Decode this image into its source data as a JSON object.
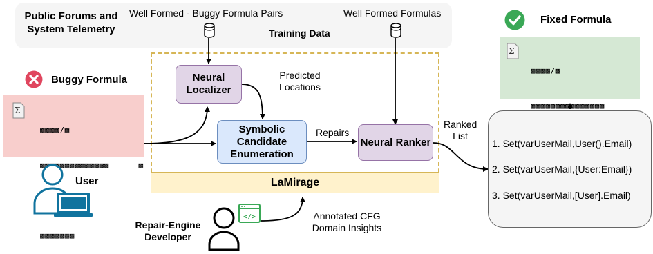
{
  "top_panel": {
    "sources_label": "Public Forums and System Telemetry",
    "pairs_label": "Well Formed - Buggy Formula Pairs",
    "formulas_label": "Well Formed Formulas",
    "training_label": "Training Data"
  },
  "buggy": {
    "title": "Buggy Formula",
    "lines": [
      "▩▩▩▩/▩",
      "▩▩▩▩▩▩▩▩▩▩▩▩▩▩      ▩",
      "▩▩▩▩▩",
      "▩▩▩▩▩▩▩"
    ]
  },
  "user_label": "User",
  "localizer_label": "Neural Localizer",
  "predicted_label": "Predicted Locations",
  "symbolic_label": "Symbolic Candidate Enumeration",
  "repairs_label": "Repairs",
  "ranker_label": "Neural Ranker",
  "lamirage_label": "LaMirage",
  "developer_label": "Repair-Engine Developer",
  "cfg_label": "Annotated CFG Domain Insights",
  "ranked_label": "Ranked List",
  "fixed": {
    "title": "Fixed Formula",
    "lines": [
      "▩▩▩▩/▩",
      "▩▩▩▩▩▩▩▩▩▩▩▩▩▩▩",
      "▩▩▩▩▩▩       ▩▩▩▩▩▩",
      "▩"
    ]
  },
  "ranked_items": [
    "1. Set(varUserMail,User().Email)",
    "2. Set(varUserMail,{User:Email})",
    "3. Set(varUserMail,[User].Email)"
  ],
  "colors": {
    "purple_fill": "#e1d5e7",
    "purple_stroke": "#9673a6",
    "blue_fill": "#dae8fc",
    "blue_stroke": "#6c8ebf",
    "yellow_fill": "#fff2cc",
    "yellow_stroke": "#d6b656",
    "red_fill": "#f8cecc",
    "green_fill": "#d5e8d4",
    "gray_fill": "#f5f5f5",
    "user_blue": "#10739e"
  }
}
